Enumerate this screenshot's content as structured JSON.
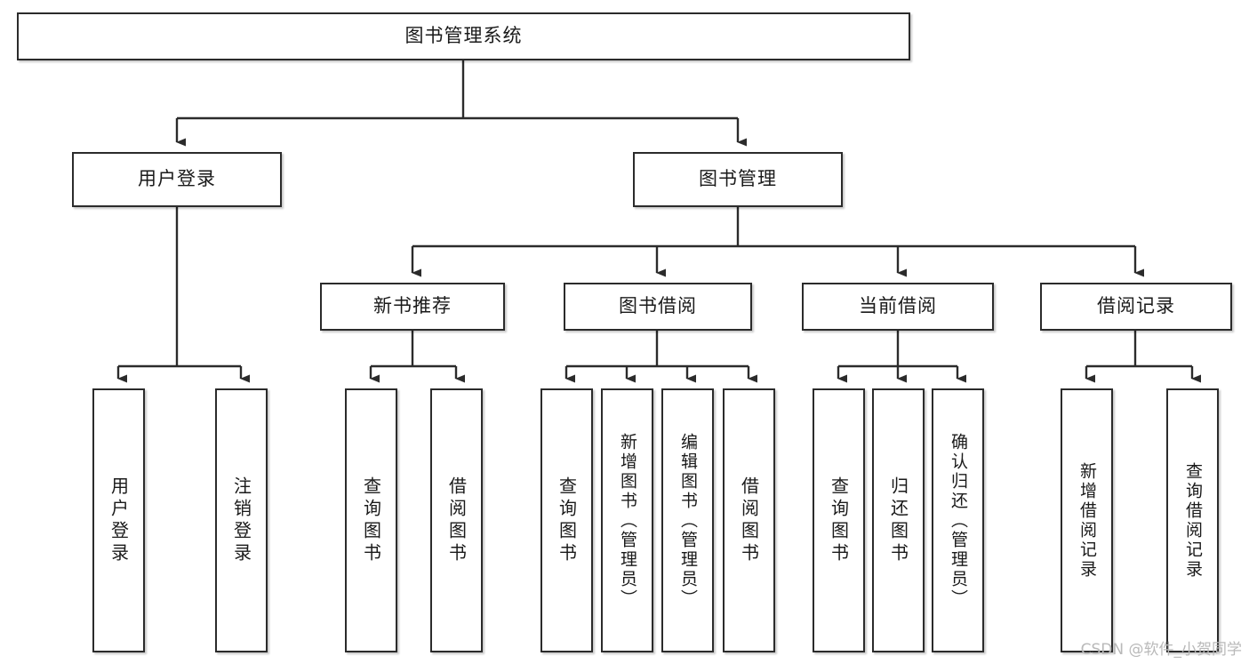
{
  "diagram": {
    "title": "图书管理系统",
    "type": "hierarchy-tree",
    "colors": {
      "box_border": "#2b2b2b",
      "box_fill": "#ffffff",
      "text": "#1a1a1a",
      "edge": "#2b2b2b",
      "watermark": "#b9b9b9"
    },
    "root": {
      "label": "图书管理系统"
    },
    "level2": [
      {
        "label": "用户登录"
      },
      {
        "label": "图书管理"
      }
    ],
    "level3": [
      {
        "label": "新书推荐"
      },
      {
        "label": "图书借阅"
      },
      {
        "label": "当前借阅"
      },
      {
        "label": "借阅记录"
      }
    ],
    "leaves": {
      "user_login": [
        {
          "label": "用户登录"
        },
        {
          "label": "注销登录"
        }
      ],
      "new_book": [
        {
          "label": "查询图书"
        },
        {
          "label": "借阅图书"
        }
      ],
      "book_borrow": [
        {
          "label": "查询图书"
        },
        {
          "label": "新增图书（管理员）"
        },
        {
          "label": "编辑图书（管理员）"
        },
        {
          "label": "借阅图书"
        }
      ],
      "current_borrow": [
        {
          "label": "查询图书"
        },
        {
          "label": "归还图书"
        },
        {
          "label": "确认归还（管理员）"
        }
      ],
      "borrow_record": [
        {
          "label": "新增借阅记录"
        },
        {
          "label": "查询借阅记录"
        }
      ]
    }
  },
  "watermark": {
    "text": "CSDN @软件_小贺同学"
  }
}
